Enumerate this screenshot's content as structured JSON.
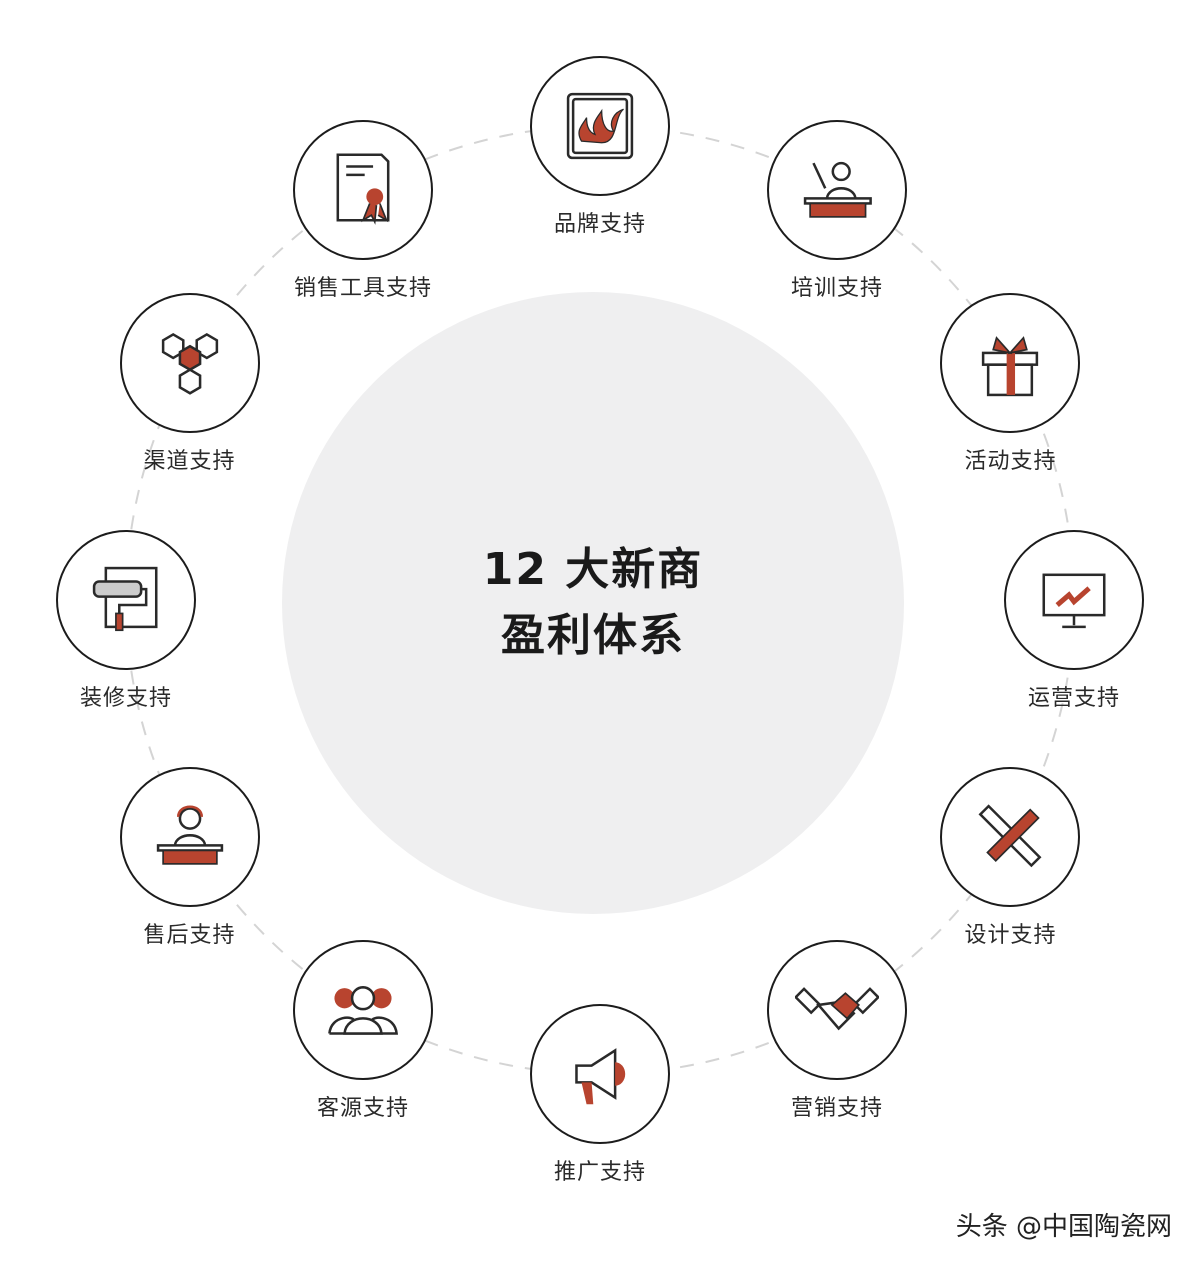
{
  "title_lines": [
    "12 大新商",
    "盈利体系"
  ],
  "colors": {
    "accent": "#b8442f",
    "stroke": "#2a2a2a",
    "center_fill": "#efeff0",
    "ring": "#d4d4d4"
  },
  "nodes": [
    {
      "label": "品牌支持",
      "icon": "flame-icon"
    },
    {
      "label": "培训支持",
      "icon": "teacher-icon"
    },
    {
      "label": "活动支持",
      "icon": "gift-icon"
    },
    {
      "label": "运营支持",
      "icon": "monitor-chart-icon"
    },
    {
      "label": "设计支持",
      "icon": "pencil-ruler-icon"
    },
    {
      "label": "营销支持",
      "icon": "handshake-icon"
    },
    {
      "label": "推广支持",
      "icon": "megaphone-icon"
    },
    {
      "label": "客源支持",
      "icon": "people-icon"
    },
    {
      "label": "售后支持",
      "icon": "support-agent-icon"
    },
    {
      "label": "装修支持",
      "icon": "paint-roller-icon"
    },
    {
      "label": "渠道支持",
      "icon": "hexagons-icon"
    },
    {
      "label": "销售工具支持",
      "icon": "certificate-icon"
    }
  ],
  "watermark": "头条 @中国陶瓷网"
}
